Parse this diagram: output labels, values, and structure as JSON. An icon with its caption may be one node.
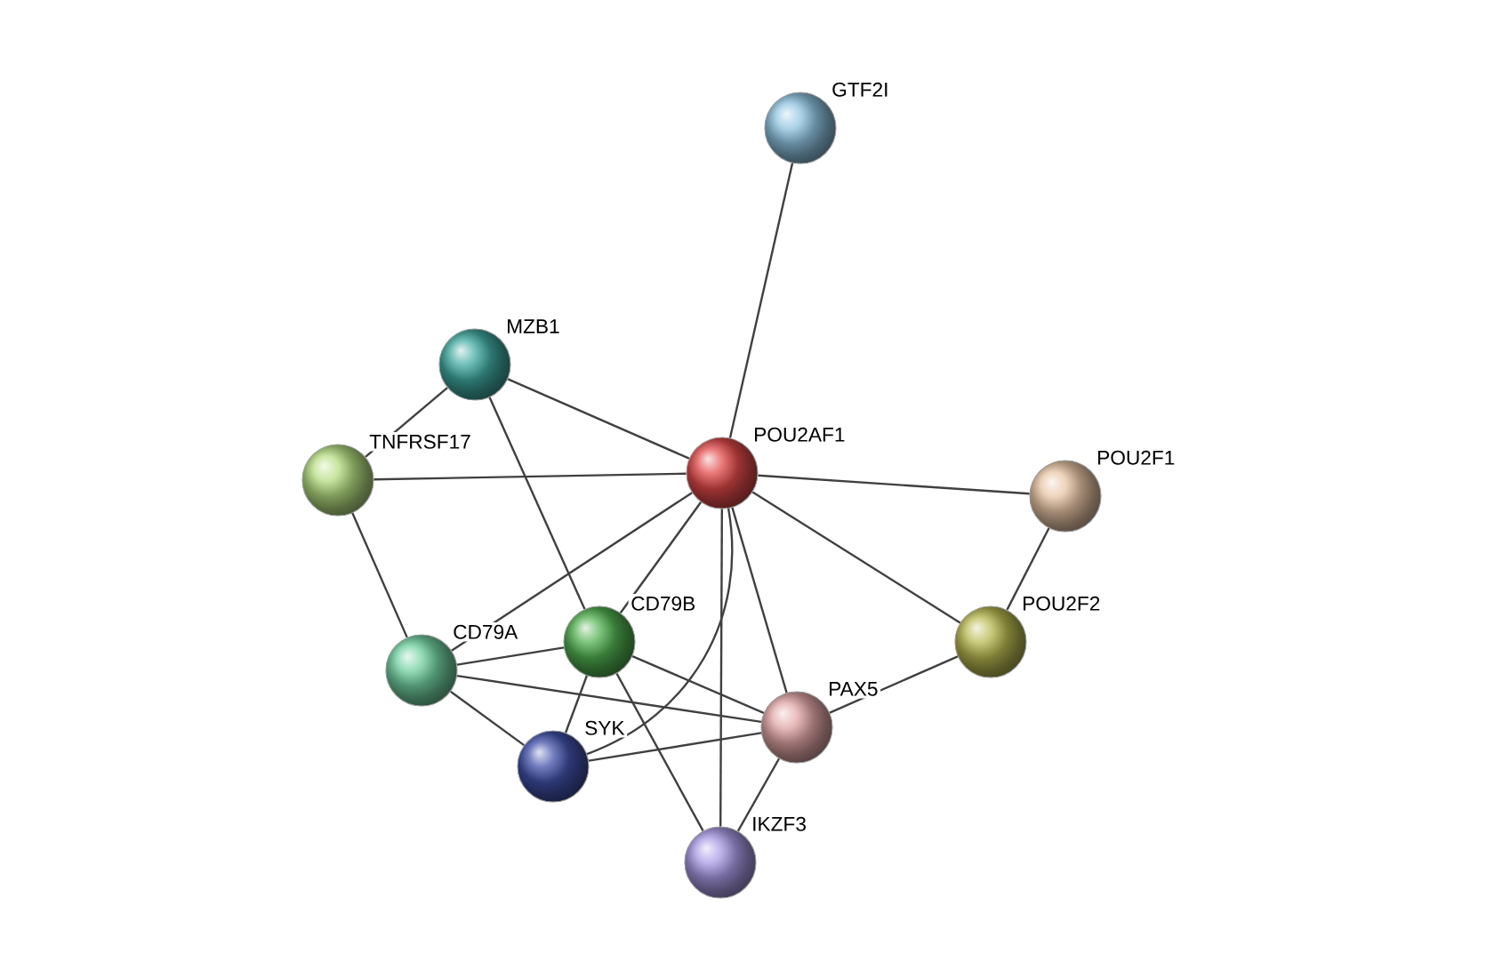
{
  "diagram": {
    "nodes": [
      {
        "text": [
          "GTF2I"
        ]
      },
      {
        "text": [
          "MZB1"
        ]
      },
      {
        "text": [
          "TNFRSF17"
        ]
      },
      {
        "text": [
          "POU2AF1"
        ]
      },
      {
        "text": [
          "POU2F1"
        ]
      },
      {
        "text": [
          "POU2F2"
        ]
      },
      {
        "text": [
          "CD79A"
        ]
      },
      {
        "text": [
          "CD79B"
        ]
      },
      {
        "text": [
          "PAX5"
        ]
      },
      {
        "text": [
          "SYK"
        ]
      },
      {
        "text": [
          "IKZF3"
        ]
      }
    ],
    "edges": [
      {
        "from": 3,
        "to": 0,
        "arrow": "none"
      },
      {
        "from": 3,
        "to": 1,
        "arrow": "none"
      },
      {
        "from": 3,
        "to": 2,
        "arrow": "none"
      },
      {
        "from": 3,
        "to": 4,
        "arrow": "none"
      },
      {
        "from": 3,
        "to": 5,
        "arrow": "none"
      },
      {
        "from": 3,
        "to": 6,
        "arrow": "none"
      },
      {
        "from": 3,
        "to": 7,
        "arrow": "none"
      },
      {
        "from": 3,
        "to": 8,
        "arrow": "none"
      },
      {
        "from": 3,
        "to": 9,
        "arrow": "none"
      },
      {
        "from": 3,
        "to": 10,
        "arrow": "none"
      },
      {
        "from": 1,
        "to": 2,
        "arrow": "none"
      },
      {
        "from": 1,
        "to": 7,
        "arrow": "none"
      },
      {
        "from": 2,
        "to": 6,
        "arrow": "none"
      },
      {
        "from": 4,
        "to": 5,
        "arrow": "none"
      },
      {
        "from": 5,
        "to": 8,
        "arrow": "none"
      },
      {
        "from": 6,
        "to": 7,
        "arrow": "none"
      },
      {
        "from": 6,
        "to": 9,
        "arrow": "none"
      },
      {
        "from": 6,
        "to": 8,
        "arrow": "none"
      },
      {
        "from": 7,
        "to": 9,
        "arrow": "none"
      },
      {
        "from": 7,
        "to": 8,
        "arrow": "none"
      },
      {
        "from": 7,
        "to": 10,
        "arrow": "none"
      },
      {
        "from": 9,
        "to": 8,
        "arrow": "none"
      },
      {
        "from": 8,
        "to": 10,
        "arrow": "none"
      }
    ]
  }
}
